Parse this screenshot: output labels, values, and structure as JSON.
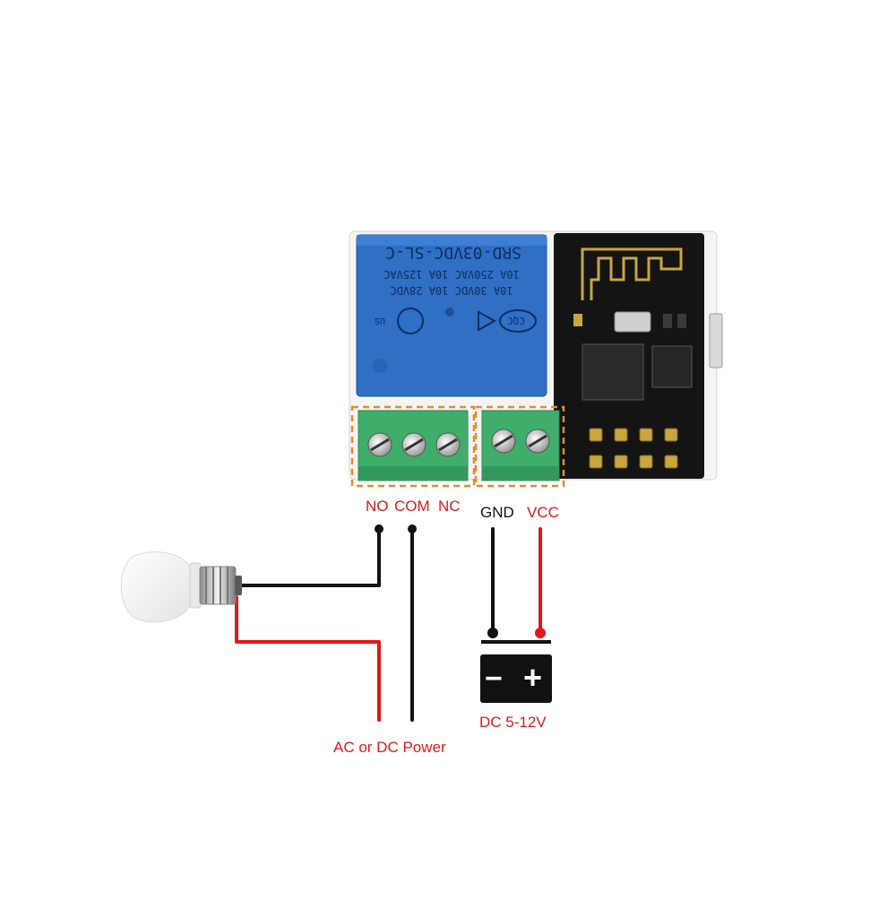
{
  "relay": {
    "model": "SRD-03VDC-SL-C",
    "line1": "10A 250VAC 10A 125VAC",
    "line2": "10A 30VDC 10A 28VDC",
    "cert_cqc": "CQC",
    "cert_us": "US"
  },
  "terminals": {
    "no": "NO",
    "com": "COM",
    "nc": "NC",
    "gnd": "GND",
    "vcc": "VCC"
  },
  "battery": {
    "minus": "−",
    "plus": "+",
    "caption": "DC 5-12V"
  },
  "power_caption": "AC or DC Power",
  "colors": {
    "wire_red": "#e01818",
    "wire_black": "#111111",
    "relay_blue": "#2f6fc4",
    "terminal_green": "#3fae6a",
    "pcb_black": "#141414",
    "dash_orange": "#e8892b"
  },
  "icons": [
    "light-bulb-icon",
    "battery-icon",
    "wifi-antenna-icon"
  ]
}
